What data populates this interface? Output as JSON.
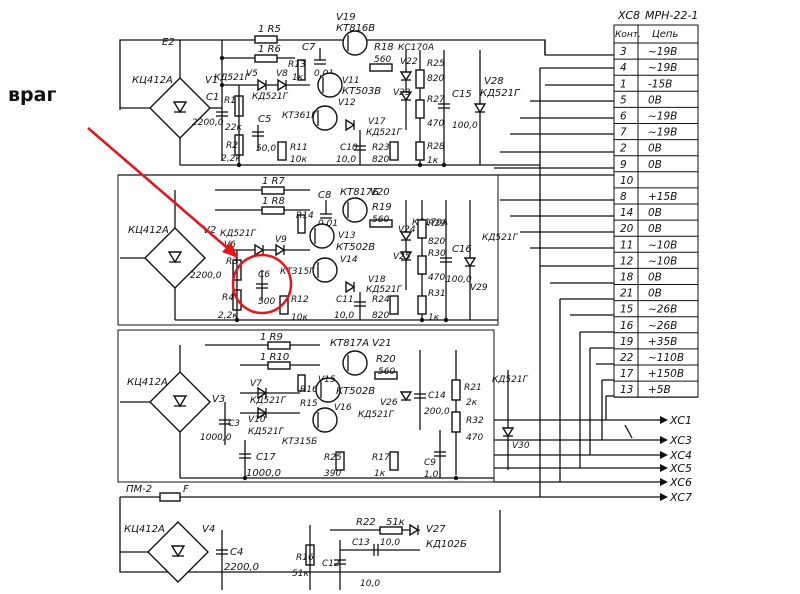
{
  "annotation": {
    "label": "враг",
    "color": "#e8141a"
  },
  "connector": {
    "designator": "XC8",
    "part": "MPH-22-1",
    "header_pin": "Конт.",
    "header_circuit": "Цепь",
    "rows": [
      {
        "pin": "3",
        "circuit": "~19B"
      },
      {
        "pin": "4",
        "circuit": "~19B"
      },
      {
        "pin": "1",
        "circuit": "-15B"
      },
      {
        "pin": "5",
        "circuit": "0B"
      },
      {
        "pin": "6",
        "circuit": "~19B"
      },
      {
        "pin": "7",
        "circuit": "~19B"
      },
      {
        "pin": "2",
        "circuit": "0B"
      },
      {
        "pin": "9",
        "circuit": "0B"
      },
      {
        "pin": "10",
        "circuit": ""
      },
      {
        "pin": "8",
        "circuit": "+15B"
      },
      {
        "pin": "14",
        "circuit": "0B"
      },
      {
        "pin": "20",
        "circuit": "0B"
      },
      {
        "pin": "11",
        "circuit": "~10B"
      },
      {
        "pin": "12",
        "circuit": "~10B"
      },
      {
        "pin": "18",
        "circuit": "0B"
      },
      {
        "pin": "21",
        "circuit": "0B"
      },
      {
        "pin": "15",
        "circuit": "~26B"
      },
      {
        "pin": "16",
        "circuit": "~26B"
      },
      {
        "pin": "19",
        "circuit": "+35B"
      },
      {
        "pin": "22",
        "circuit": "~110B"
      },
      {
        "pin": "17",
        "circuit": "+150B"
      },
      {
        "pin": "13",
        "circuit": "+5B"
      }
    ]
  },
  "outputs": [
    "XC1",
    "XC3",
    "XC4",
    "XC5",
    "XC6",
    "XC7"
  ],
  "labels": {
    "e2": "E2",
    "fuse_group": "ПМ-2",
    "fuse": "F",
    "v1": "V1",
    "v1_type": "КЦ412А",
    "c1": "C1",
    "c1_val": "2200,0",
    "r5": "1 R5",
    "r6": "1 R6",
    "v19": "V19",
    "v19_type": "КТ816В",
    "v5": "V5",
    "v5_type": "КД521Г",
    "v8": "V8",
    "v8_type": "КД521Г",
    "r13": "R13",
    "r13_val": "1к",
    "c7": "C7",
    "c7_val": "0,01",
    "r18": "R18",
    "r18_val": "560",
    "v22": "V22",
    "v22_type": "КС170А",
    "v11": "V11",
    "v11_type": "КТ503В",
    "v12": "V12",
    "v12_type": "КТ361Г",
    "v23": "V23",
    "r25": "R25",
    "r25_val": "820",
    "r27": "R27",
    "r27_val": "470",
    "v17": "V17",
    "v17_type": "КД521Г",
    "v28": "V28",
    "v28_type": "КД521Г",
    "c15": "C15",
    "c15_val": "100,0",
    "r1": "R1",
    "r1_val": "22к",
    "r2": "R2",
    "r2_val": "2,2к",
    "c5": "C5",
    "c5_val": "50,0",
    "r11": "R11",
    "r11_val": "10к",
    "r23": "R23",
    "r23_val": "820",
    "c10": "C10",
    "c10_val": "10,0",
    "r28": "R28",
    "r28_val": "1к",
    "v2": "V2",
    "v2_type": "КЦ412А",
    "r7": "1 R7",
    "r8": "1 R8",
    "v6": "V6",
    "v6_type": "КД521Г",
    "v9": "V9",
    "r14": "R14",
    "c8": "C8",
    "c8_val": "0,01",
    "v20": "V20",
    "v20_type": "КТ817Б",
    "r19": "R19",
    "r19_val": "560",
    "v24": "V24",
    "v24_type": "КС170А",
    "v13": "V13",
    "v13_type": "КТ502В",
    "v14": "V14",
    "v14_type": "КТ315Г",
    "v25": "V25",
    "r29": "R29",
    "r29_val": "820",
    "r30": "R30",
    "r30_val": "470",
    "c16": "C16",
    "c16_val": "100,0",
    "v29": "V29",
    "v29_type": "КД521Г",
    "v18": "V18",
    "v18_type": "КД521Г",
    "r3": "R3",
    "c6": "C6",
    "c6_val": "500",
    "c2": "2200,0",
    "r4": "R4",
    "r4_val": "2,2к",
    "r12": "R12",
    "r12_val": "10к",
    "c11": "C11",
    "c11_val": "10,0",
    "r24": "R24",
    "r24_val": "820",
    "r31": "R31",
    "r31_val": "1к",
    "v3": "V3",
    "v3_type": "КЦ412А",
    "r9": "1 R9",
    "r10": "1 R10",
    "v7": "V7",
    "v7_type": "КД521Г",
    "v10": "V10",
    "v10_type": "КД521Г",
    "r16": "R16",
    "v21": "V21",
    "v21_type": "КТ817А",
    "r20": "R20",
    "r20_val": "560",
    "v15": "V15",
    "v15_type": "КТ502В",
    "v16": "V16",
    "v16_type": "КТ315Б",
    "v26": "V26",
    "v26_type": "КД521Г",
    "c14": "C14",
    "c14_val": "200,0",
    "r21": "R21",
    "r21_val": "2к",
    "r32": "R32",
    "r32_val": "470",
    "v30": "V30",
    "v30_type": "КД521Г",
    "c3": "C3",
    "c3_val": "1000,0",
    "r15": "R15",
    "c17": "C17",
    "c17_val": "1000,0",
    "r25b": "R25",
    "r25b_val": "390",
    "r17": "R17",
    "r17_val": "1к",
    "c9": "C9",
    "c9_val": "1,0",
    "v4": "V4",
    "v4_type": "КЦ412А",
    "c4": "C4",
    "c4_val": "2200,0",
    "r22": "R22",
    "r22_val": "51к",
    "v27": "V27",
    "v27_type": "КД102Б",
    "r16b": "R16",
    "r16b_val": "51к",
    "c12": "C12",
    "c13": "C13",
    "c13_val": "10,0",
    "c12_val": "10,0"
  }
}
